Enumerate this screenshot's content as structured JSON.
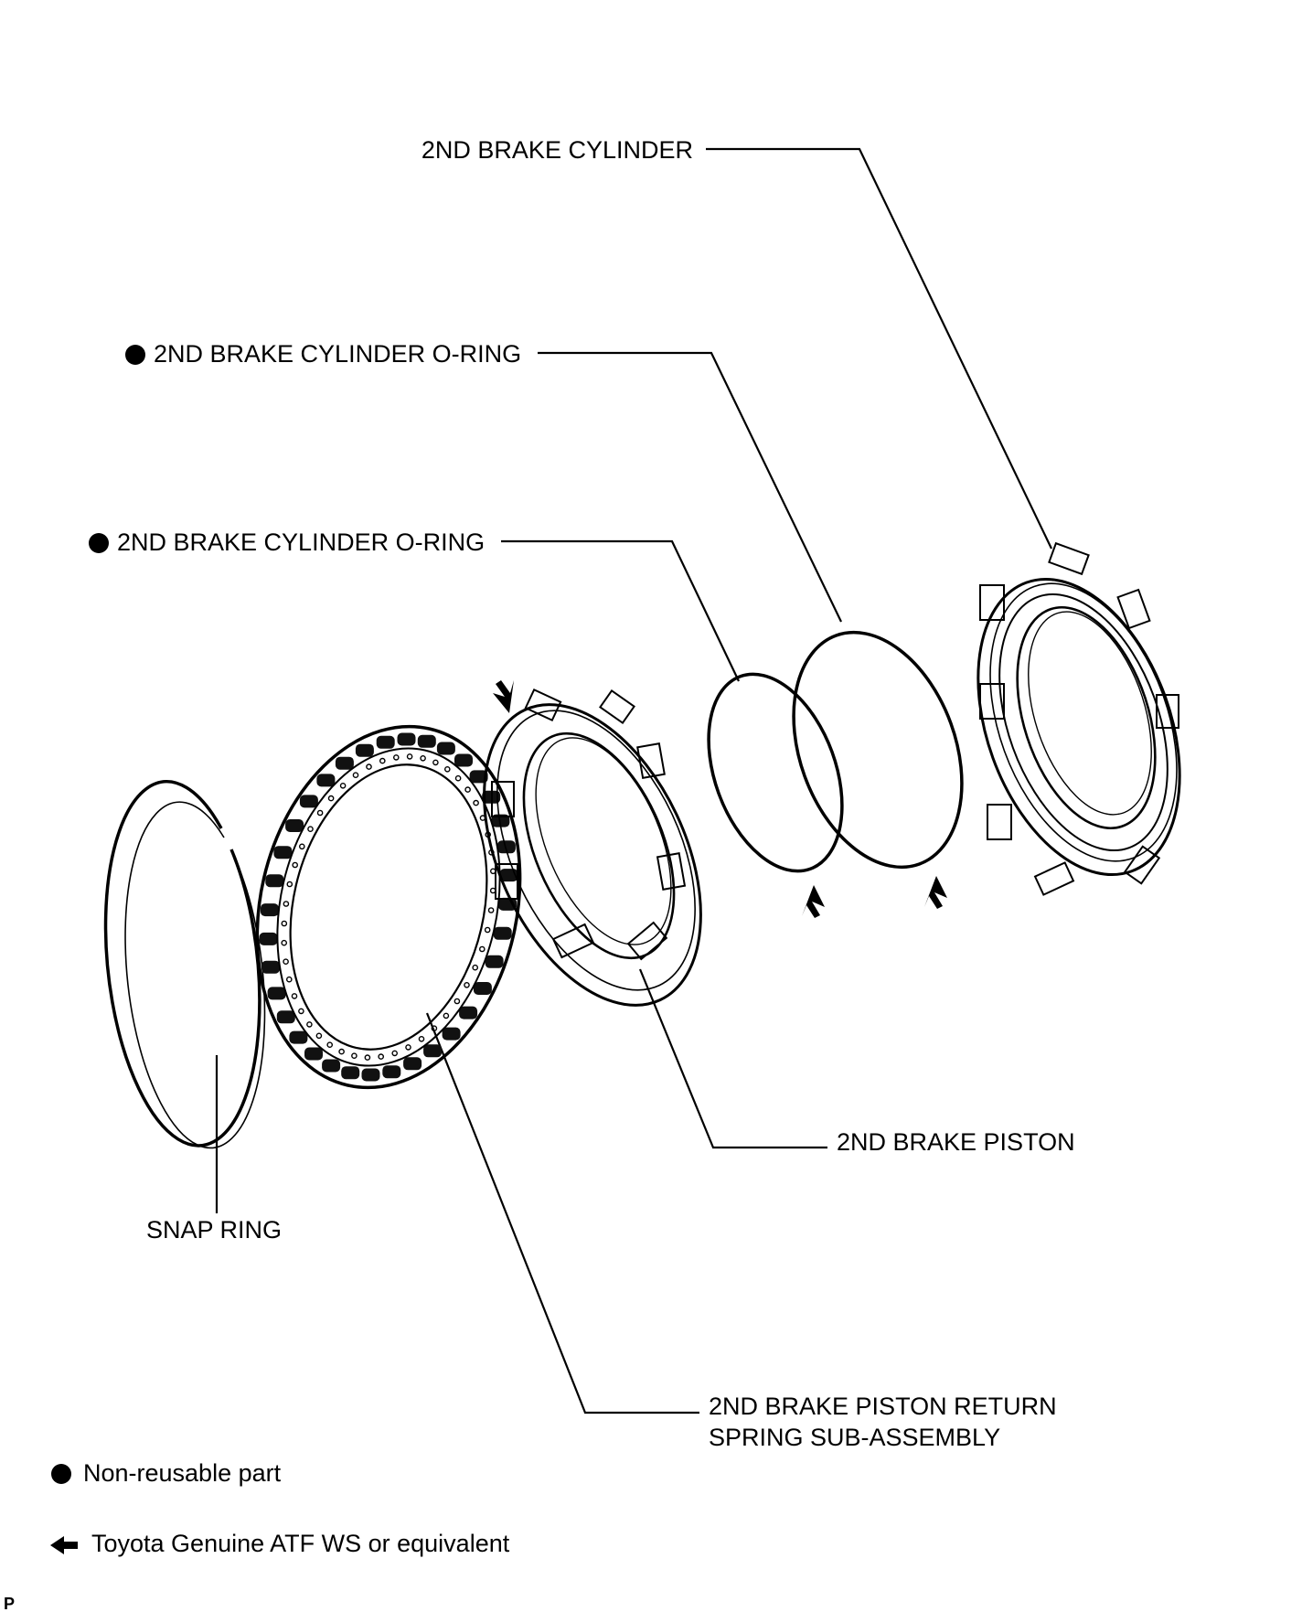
{
  "labels": {
    "brake_cylinder": "2ND BRAKE CYLINDER",
    "oring_outer": "2ND BRAKE CYLINDER O-RING",
    "oring_inner": "2ND BRAKE CYLINDER O-RING",
    "piston": "2ND BRAKE PISTON",
    "snap_ring": "SNAP RING",
    "spring_line1": "2ND BRAKE PISTON RETURN",
    "spring_line2": "SPRING SUB-ASSEMBLY"
  },
  "legend": {
    "non_reusable": "Non-reusable part",
    "atf": "Toyota Genuine ATF WS or equivalent"
  },
  "corner_mark": "P",
  "icons": {
    "non_reusable": "filled-circle-icon",
    "atf": "left-arrow-icon"
  }
}
